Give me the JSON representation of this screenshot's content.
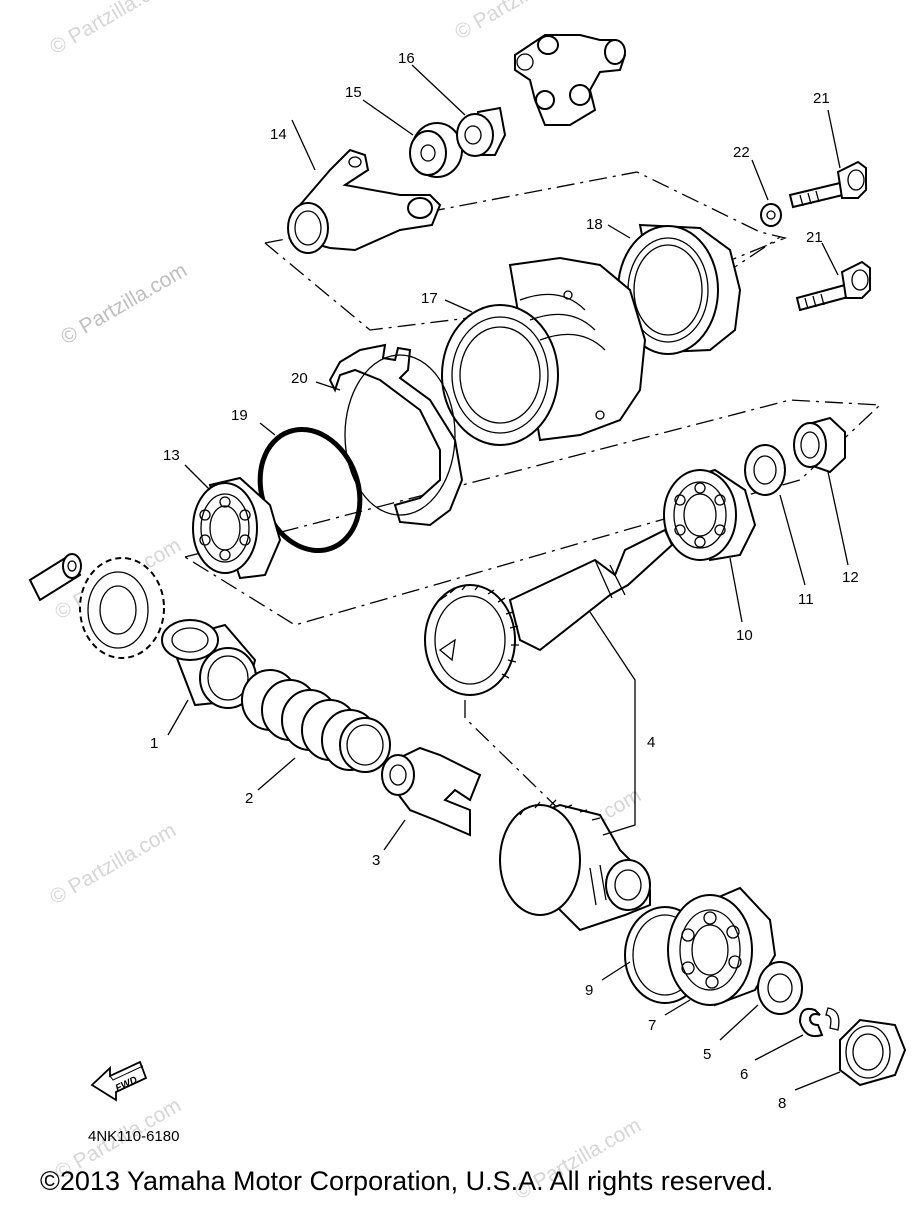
{
  "watermarks": [
    "© Partzilla.com",
    "© Partzilla.com",
    "© Partzilla.com",
    "© Partzilla.com",
    "© Partzilla.com",
    "© Partzilla.com",
    "© Partzilla.com",
    "© Partzilla.com"
  ],
  "callouts": [
    "1",
    "2",
    "3",
    "4",
    "5",
    "6",
    "7",
    "8",
    "9",
    "10",
    "11",
    "12",
    "13",
    "14",
    "15",
    "16",
    "17",
    "18",
    "19",
    "20",
    "21",
    "21",
    "22"
  ],
  "fwd_label": "FWD",
  "diagram_code": "4NK110-6180",
  "copyright": "©2013  Yamaha Motor Corporation, U.S.A. All rights reserved."
}
